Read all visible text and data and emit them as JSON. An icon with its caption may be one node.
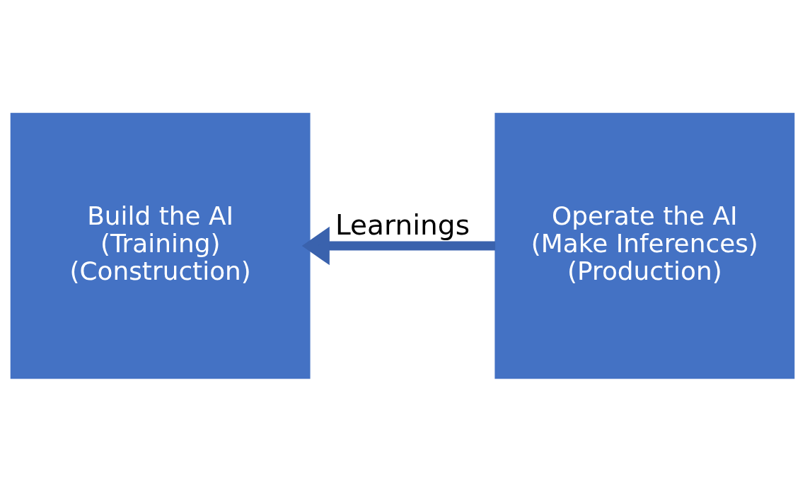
{
  "diagram": {
    "nodes": [
      {
        "text": [
          "Build the AI",
          "(Training)",
          "(Construction)"
        ]
      },
      {
        "text": [
          "Operate the AI",
          "(Make Inferences)",
          "(Production)"
        ]
      }
    ],
    "edges": [
      {
        "from": 1,
        "to": 0,
        "arrow": "to",
        "label": "Learnings"
      }
    ]
  }
}
